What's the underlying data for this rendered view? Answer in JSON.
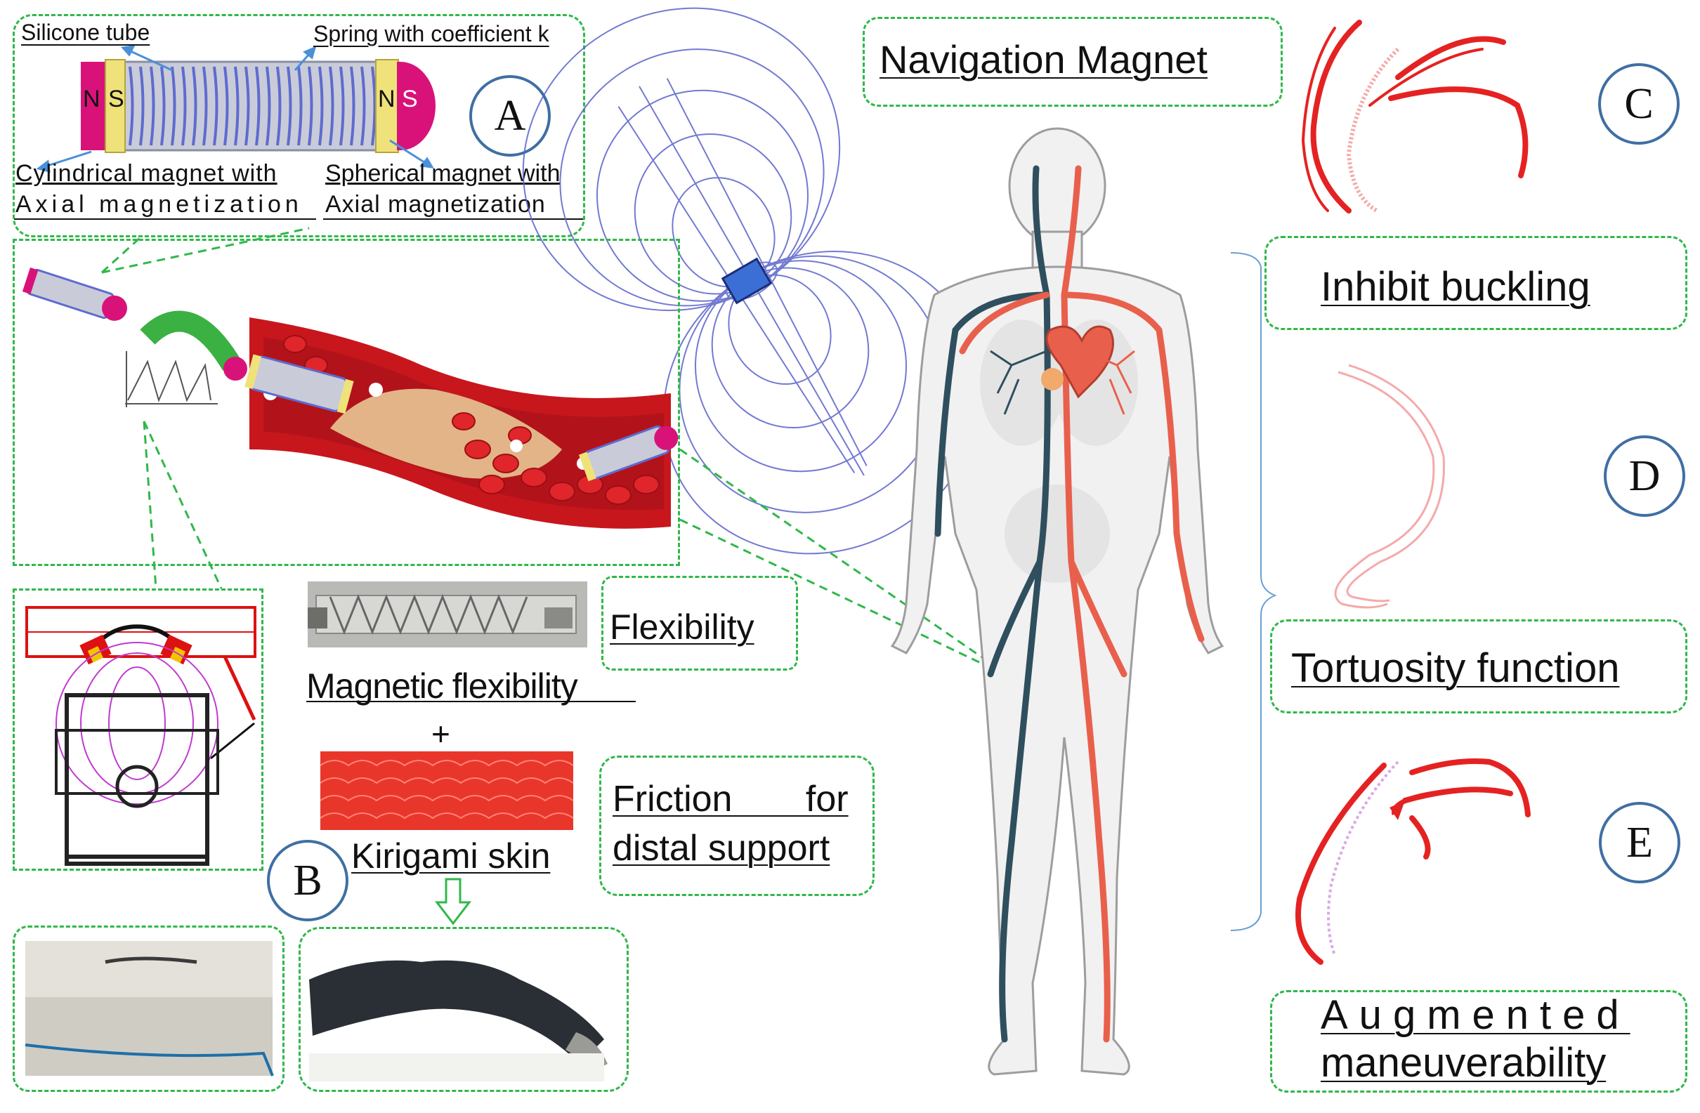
{
  "panel_a": {
    "silicone_tube": "Silicone tube",
    "spring": "Spring with coefficient k",
    "cyl_line1": "Cylindrical magnet with",
    "cyl_line2": "Axial magnetization",
    "sph_line1": "Spherical magnet with",
    "sph_line2": "Axial magnetization",
    "pole_n1": "N",
    "pole_s1": "S",
    "pole_n2": "N",
    "pole_s2": "S"
  },
  "markers": {
    "a": "A",
    "b": "B",
    "c": "C",
    "d": "D",
    "e": "E"
  },
  "nav_magnet": "Navigation Magnet",
  "flexibility": "Flexibility",
  "magnetic_flexibility": "Magnetic flexibility",
  "plus": "+",
  "kirigami_skin": "Kirigami skin",
  "friction_line1": "Friction for",
  "friction_line2": "distal support",
  "inhibit_buckling": "Inhibit buckling",
  "tortuosity": "Tortuosity function",
  "augmented_line1": "Augmented",
  "augmented_line2": "maneuverability",
  "colors": {
    "dash_green": "#2fb84a",
    "marker_blue": "#3f6fa3",
    "vessel_red": "#c8161d",
    "field_blue": "#5a63c9",
    "artery": "#e8604c",
    "vein": "#2f4f5e"
  }
}
